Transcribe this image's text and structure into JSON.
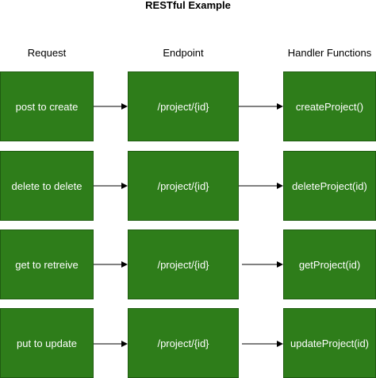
{
  "title": "RESTful Example",
  "headers": {
    "request": "Request",
    "endpoint": "Endpoint",
    "handler": "Handler Functions"
  },
  "colors": {
    "box_fill": "#2e7d1a",
    "box_text": "#ffffff",
    "arrow": "#000000"
  },
  "rows": [
    {
      "request": "post to create",
      "endpoint": "/project/{id}",
      "handler": "createProject()"
    },
    {
      "request": "delete to delete",
      "endpoint": "/project/{id}",
      "handler": "deleteProject(id)"
    },
    {
      "request": "get to retreive",
      "endpoint": "/project/{id}",
      "handler": "getProject(id)"
    },
    {
      "request": "put to update",
      "endpoint": "/project/{id}",
      "handler": "updateProject(id)"
    }
  ]
}
